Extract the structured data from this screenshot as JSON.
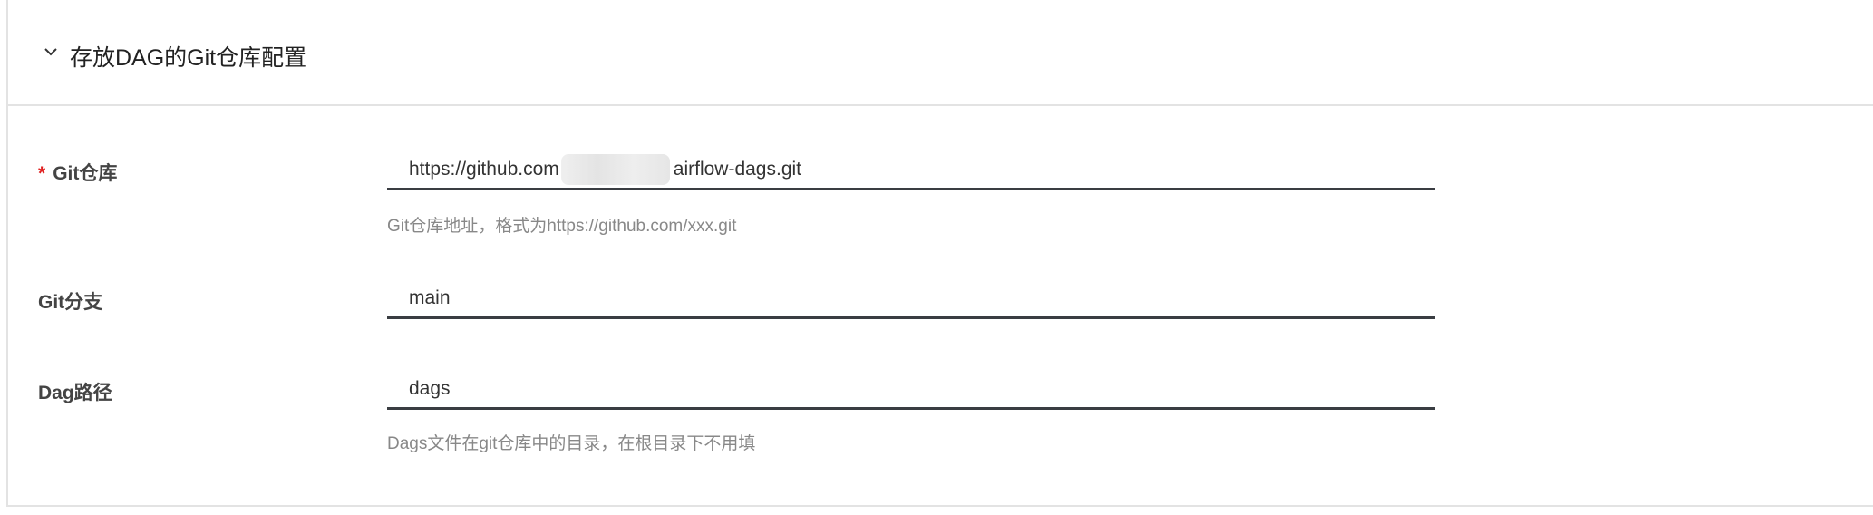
{
  "section": {
    "title": "存放DAG的Git仓库配置",
    "expanded": true,
    "icon": "chevron-down-icon"
  },
  "fields": [
    {
      "label": "Git仓库",
      "required": true,
      "required_mark": "*",
      "value_prefix": "https://github.com",
      "value_suffix": "airflow-dags.git",
      "help": "Git仓库地址，格式为https://github.com/xxx.git"
    },
    {
      "label": "Git分支",
      "required": false,
      "value": "main"
    },
    {
      "label": "Dag路径",
      "required": false,
      "value": "dags",
      "help": "Dags文件在git仓库中的目录，在根目录下不用填"
    }
  ],
  "colors": {
    "required": "#e02020",
    "underline": "#3a3d42",
    "help_text": "#888888"
  }
}
